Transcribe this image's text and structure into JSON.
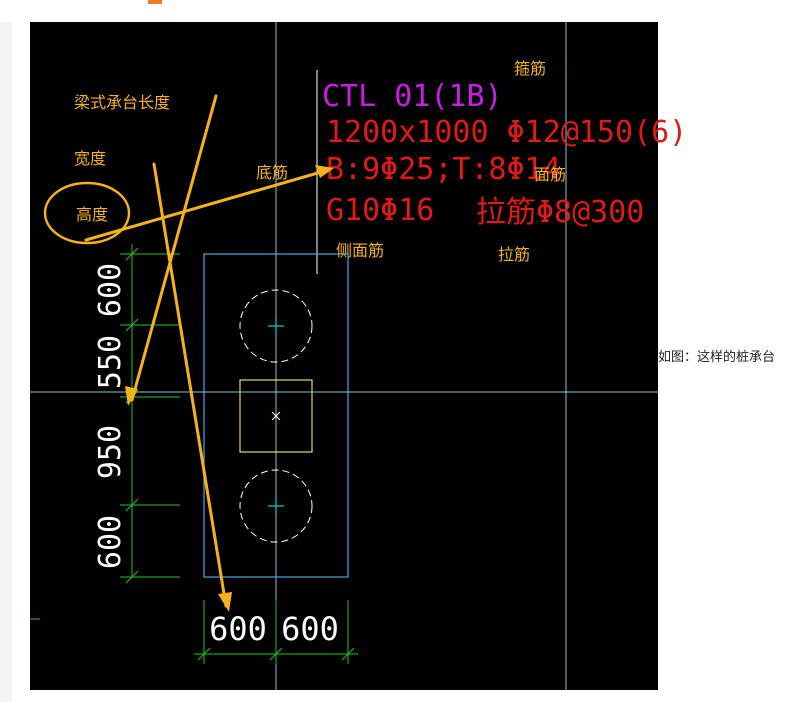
{
  "caption": "如图：这样的桩承台",
  "annotations": {
    "length": "梁式承台长度",
    "width": "宽度",
    "height": "高度",
    "bottom_rebar": "底筋",
    "stirrup": "箍筋",
    "top_rebar": "面筋",
    "side_rebar": "侧面筋",
    "tie_rebar": "拉筋"
  },
  "cad": {
    "name": "CTL 01(1B)",
    "section": "1200x1000  Φ12@150(6)",
    "rebars": "B:9Φ25;T:8Φ14",
    "side": "G10Φ16",
    "tie": "拉筋Φ8@300"
  },
  "dims": {
    "v": [
      "600",
      "550",
      "950",
      "600"
    ],
    "h": [
      "600",
      "600"
    ]
  },
  "colors": {
    "cad_text": "#e01919",
    "cad_name": "#c81ee0",
    "annotation": "#f5b21b",
    "dimension": "#22c322",
    "outline": "#4aa8e6",
    "column": "#e6d84a",
    "axis": "#8fbfd6"
  }
}
